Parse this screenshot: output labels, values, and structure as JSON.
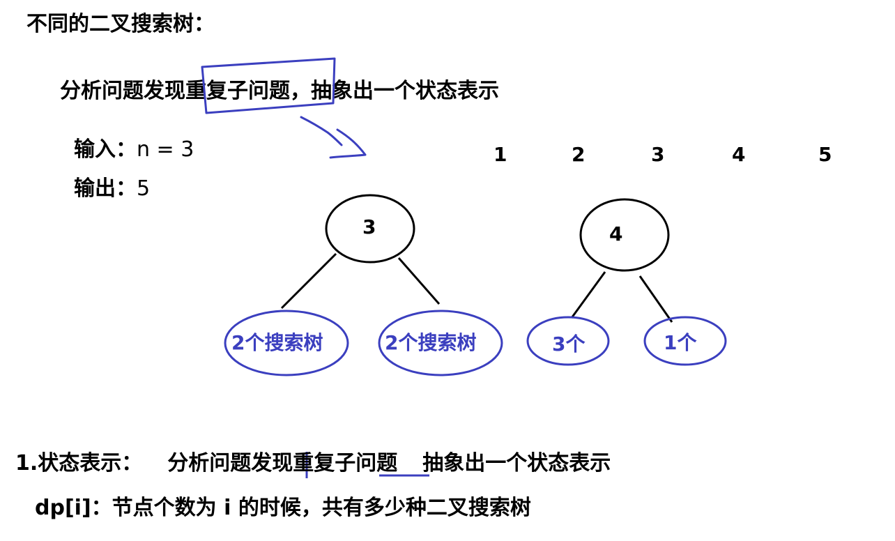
{
  "title": "不同的二叉搜索树：",
  "subtitle": {
    "part1": "分析问题发现",
    "boxed": "重复子问题",
    "part2": "，抽象出一个状态表示"
  },
  "io": {
    "input_label": "输入：",
    "input_value": "n = 3",
    "output_label": "输出：",
    "output_value": "5"
  },
  "sequence": [
    "1",
    "2",
    "3",
    "4",
    "5"
  ],
  "tree_left": {
    "root": "3",
    "left_child": "2个搜索树",
    "right_child": "2个搜索树"
  },
  "tree_right": {
    "root": "4",
    "left_child": "3个",
    "right_child": "1个"
  },
  "state": {
    "prefix": "1.状态表示：",
    "part1": "分析问题发现",
    "part2": "重复子问题",
    "part3": "抽象出一个状态表示"
  },
  "dp_definition": {
    "prefix": "dp[i]：",
    "text": "节点个数为 i 的时候，共有多少种二叉搜索树"
  },
  "colors": {
    "ink": "#000000",
    "annotation": "#3b3fbf"
  }
}
